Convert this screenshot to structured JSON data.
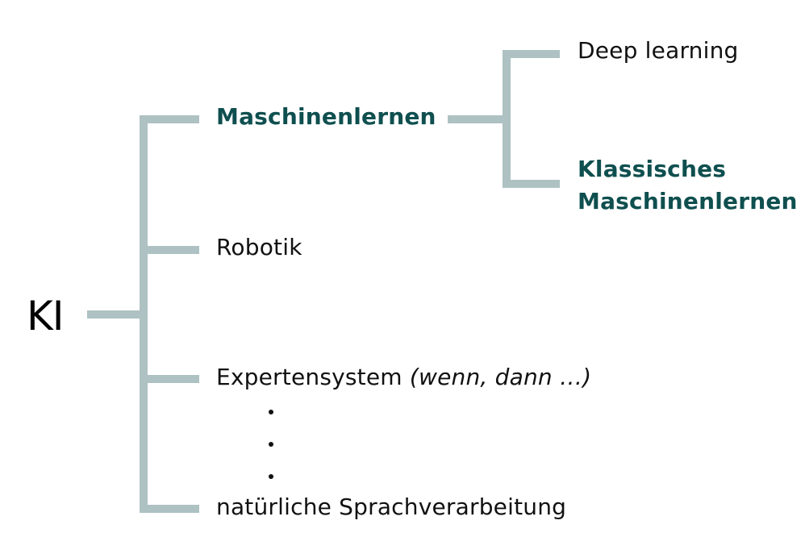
{
  "diagram": {
    "root": "KI",
    "branches": [
      {
        "label": "Maschinenlernen",
        "highlight": true,
        "children": [
          {
            "label": "Deep learning",
            "highlight": false
          },
          {
            "label_line1": "Klassisches",
            "label_line2": "Maschinenlernen",
            "highlight": true
          }
        ]
      },
      {
        "label": "Robotik",
        "highlight": false
      },
      {
        "label": "Expertensystem",
        "note": "(wenn, dann …)",
        "highlight": false
      },
      {
        "label": "natürliche Sprachverarbeitung",
        "highlight": false
      }
    ],
    "ellipsis": "⋮"
  },
  "colors": {
    "connector": "#aec1c3",
    "accent_text": "#0f4f4f",
    "text": "#111111",
    "background": "#ffffff"
  }
}
